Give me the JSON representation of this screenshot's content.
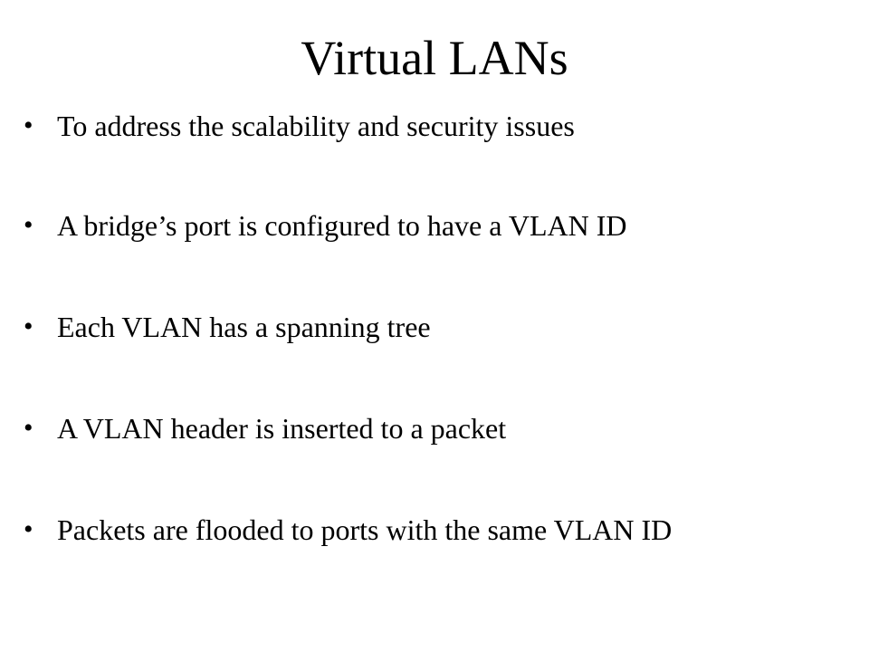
{
  "slide": {
    "title": "Virtual LANs",
    "bullet_symbol": "•",
    "bullets": [
      "To address the scalability  and security issues",
      "A bridge’s port is configured to have a VLAN ID",
      "Each VLAN has a spanning tree",
      "A VLAN header is inserted to a packet",
      "Packets are flooded to ports with the same VLAN ID"
    ]
  }
}
